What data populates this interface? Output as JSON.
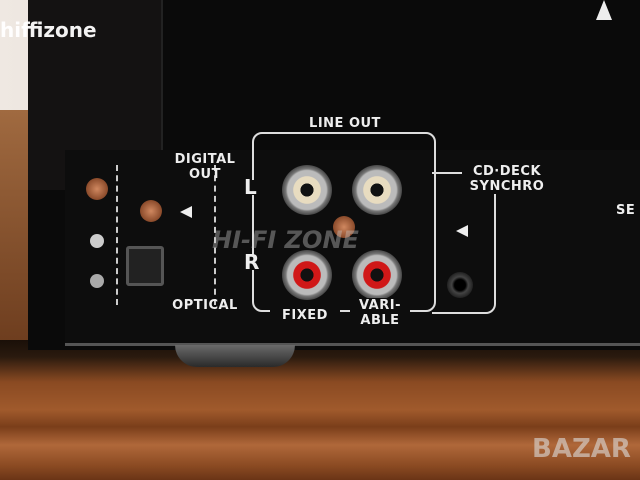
{
  "watermarks": {
    "top_left": "hiffizone",
    "center": "HI-FI ZONE",
    "bottom_right": "BAZAR"
  },
  "panel": {
    "line_out": "LINE OUT",
    "digital_out": "DIGITAL\nOUT",
    "optical": "OPTICAL",
    "left_channel": "L",
    "right_channel": "R",
    "fixed": "FIXED",
    "variable": "VARI-\nABLE",
    "cd_deck_synchro": "CD·DECK\nSYNCHRO",
    "partial_label": "SE"
  },
  "colors": {
    "fixed_jack": "#e8dcc0",
    "variable_jack": "#d01818"
  }
}
